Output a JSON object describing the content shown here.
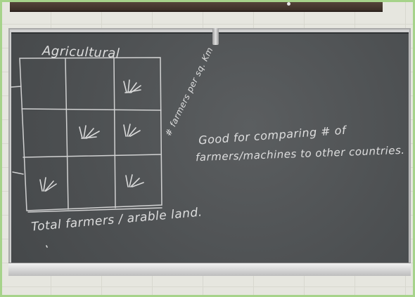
{
  "chalkboard": {
    "title": "Agricultural",
    "vertical_label": "# farmers per sq. Km",
    "bottom_label": "Total farmers / arable land.",
    "note_line1": "Good for comparing # of",
    "note_line2": "farmers/machines to other countries."
  }
}
